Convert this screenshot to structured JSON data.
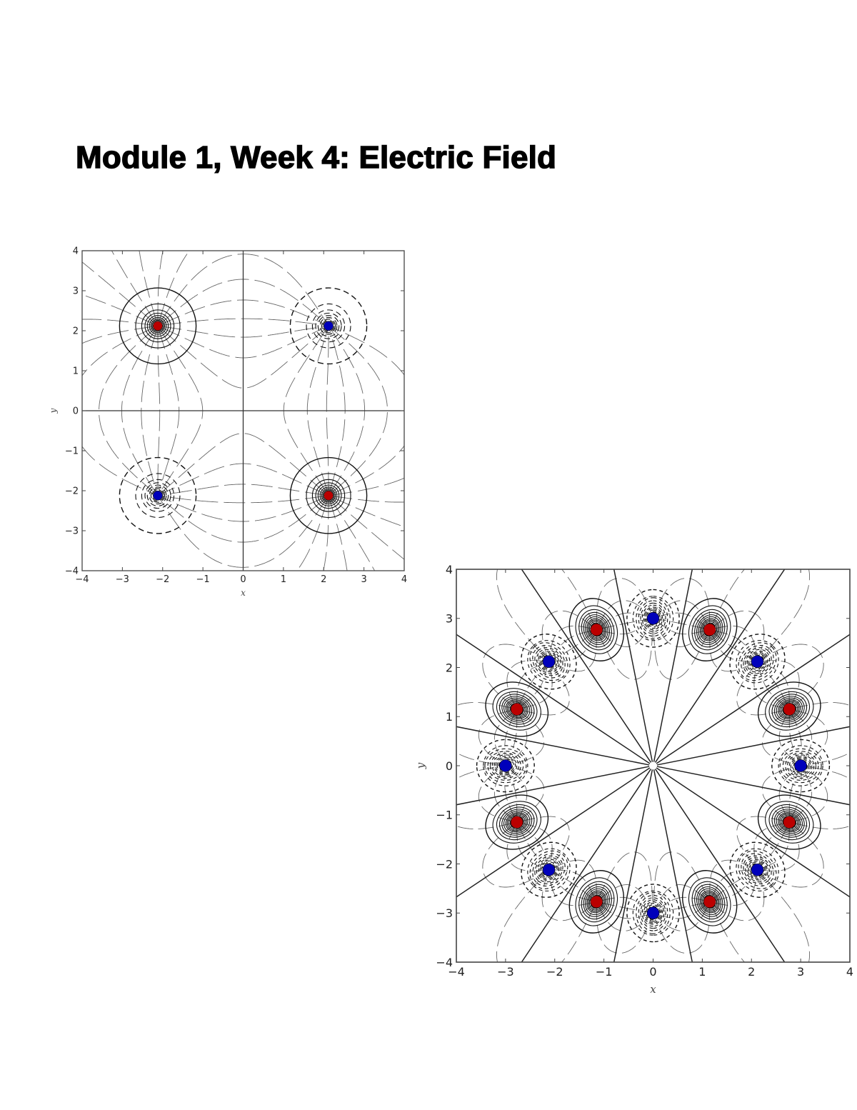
{
  "document": {
    "title": "Module 1, Week 4: Electric Field"
  },
  "colors": {
    "positive_charge": "#bb0000",
    "negative_charge": "#0000bb",
    "field_line": "#555555",
    "equipotential": "#111111",
    "axis": "#333333"
  },
  "chart_data": [
    {
      "type": "scatter",
      "title": "",
      "description": "Electric field lines (gray) and equipotential contours (solid = positive potential, dashed = negative potential) for 4 point charges",
      "xlabel": "x",
      "ylabel": "y",
      "xlim": [
        -4,
        4
      ],
      "ylim": [
        -4,
        4
      ],
      "xticks": [
        "-4",
        "-3",
        "-2",
        "-1",
        "0",
        "1",
        "2",
        "3",
        "4"
      ],
      "yticks": [
        "-4",
        "-3",
        "-2",
        "-1",
        "0",
        "1",
        "2",
        "3",
        "4"
      ],
      "grid": false,
      "legend": null,
      "series": [
        {
          "name": "positive charges",
          "color": "#bb0000",
          "points": [
            [
              -2.12,
              2.12
            ],
            [
              2.12,
              -2.12
            ]
          ]
        },
        {
          "name": "negative charges",
          "color": "#0000bb",
          "points": [
            [
              2.12,
              2.12
            ],
            [
              -2.12,
              -2.12
            ]
          ]
        }
      ]
    },
    {
      "type": "scatter",
      "title": "",
      "description": "Electric field lines (gray) and equipotential contours for 16 alternating point charges on a circle of radius 3",
      "xlabel": "x",
      "ylabel": "y",
      "xlim": [
        -4,
        4
      ],
      "ylim": [
        -4,
        4
      ],
      "xticks": [
        "-4",
        "-3",
        "-2",
        "-1",
        "0",
        "1",
        "2",
        "3",
        "4"
      ],
      "yticks": [
        "-4",
        "-3",
        "-2",
        "-1",
        "0",
        "1",
        "2",
        "3",
        "4"
      ],
      "grid": false,
      "legend": null,
      "series": [
        {
          "name": "positive charges",
          "color": "#bb0000",
          "points": [
            [
              2.77,
              1.15
            ],
            [
              1.15,
              2.77
            ],
            [
              -1.15,
              2.77
            ],
            [
              -2.77,
              1.15
            ],
            [
              -2.77,
              -1.15
            ],
            [
              -1.15,
              -2.77
            ],
            [
              1.15,
              -2.77
            ],
            [
              2.77,
              -1.15
            ]
          ]
        },
        {
          "name": "negative charges",
          "color": "#0000bb",
          "points": [
            [
              3.0,
              0.0
            ],
            [
              2.12,
              2.12
            ],
            [
              0.0,
              3.0
            ],
            [
              -2.12,
              2.12
            ],
            [
              -3.0,
              0.0
            ],
            [
              -2.12,
              -2.12
            ],
            [
              0.0,
              -3.0
            ],
            [
              2.12,
              -2.12
            ]
          ]
        }
      ]
    }
  ]
}
